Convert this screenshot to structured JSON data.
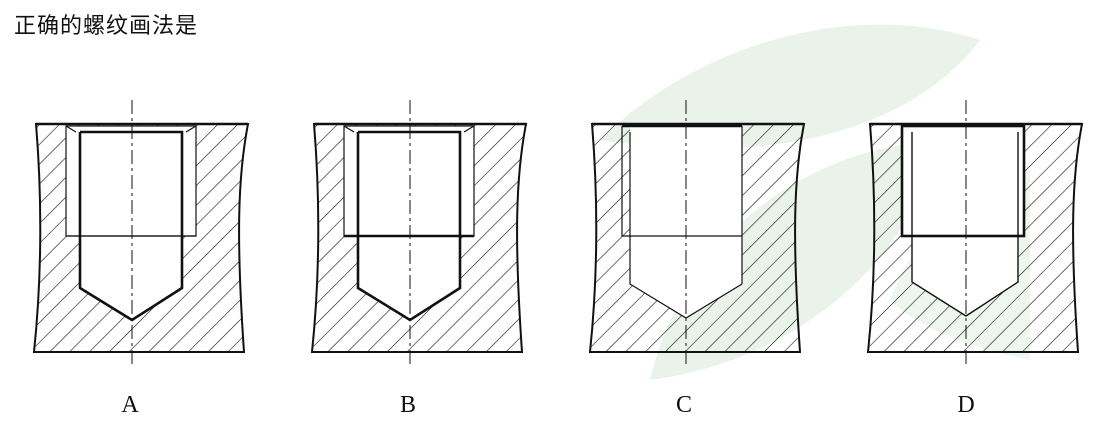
{
  "question": {
    "text": "正确的螺纹画法是"
  },
  "options": [
    {
      "label": "A"
    },
    {
      "label": "B"
    },
    {
      "label": "C"
    },
    {
      "label": "D"
    }
  ],
  "colors": {
    "line": "#111111",
    "watermark": "#e9f3ea"
  }
}
